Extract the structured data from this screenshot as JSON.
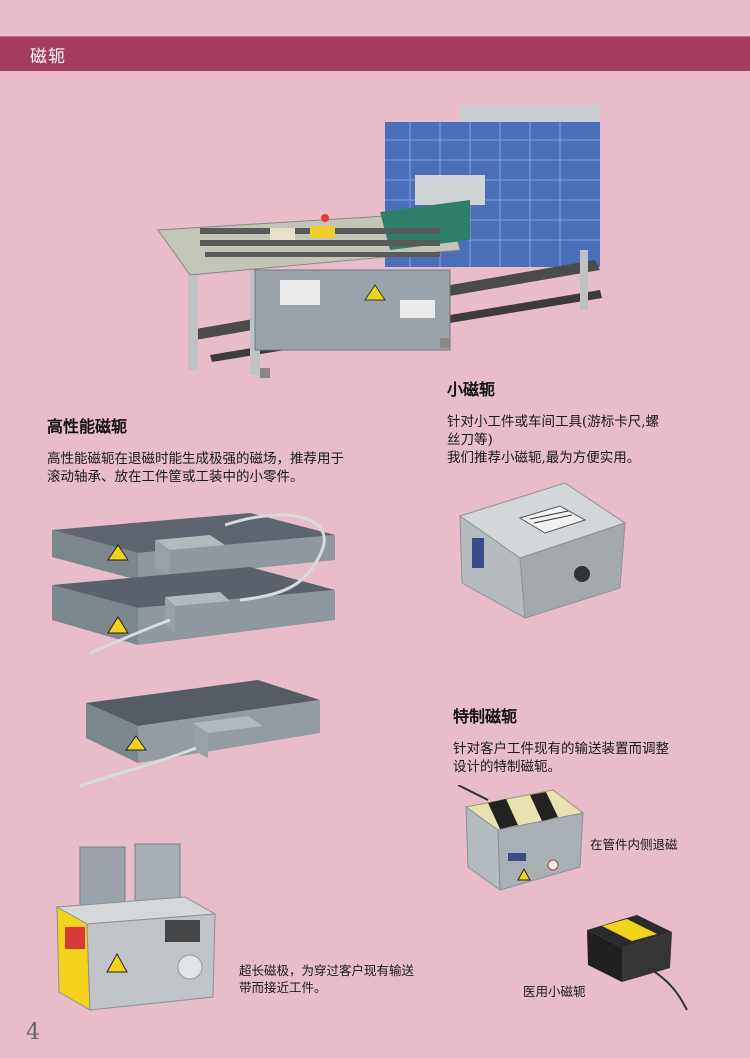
{
  "header": {
    "title": "磁轭"
  },
  "sections": {
    "small": {
      "heading": "小磁轭",
      "line1": "针对小工件或车间工具(游标卡尺,螺",
      "line2": "丝刀等)",
      "line3": "我们推荐小磁轭,最为方便实用。"
    },
    "high": {
      "heading": "高性能磁轭",
      "line1": "高性能磁轭在退磁时能生成极强的磁场，推荐用于",
      "line2": "滚动轴承、放在工件筐或工装中的小零件。"
    },
    "custom": {
      "heading": "特制磁轭",
      "line1": "针对客户工件现有的输送装置而调整",
      "line2": "设计的特制磁轭。"
    }
  },
  "captions": {
    "pipe": "在管件内侧退磁",
    "long_line1": "超长磁极，为穿过客户现有输送",
    "long_line2": "带而接近工件。",
    "medical": "医用小磁轭"
  },
  "page_number": "4",
  "colors": {
    "background": "#e8bcc8",
    "header_bar": "#a43c5e",
    "machine_blue": "#4a6fb8",
    "yoke_gray": "#8c959c",
    "warning_yellow": "#f2d21a"
  }
}
